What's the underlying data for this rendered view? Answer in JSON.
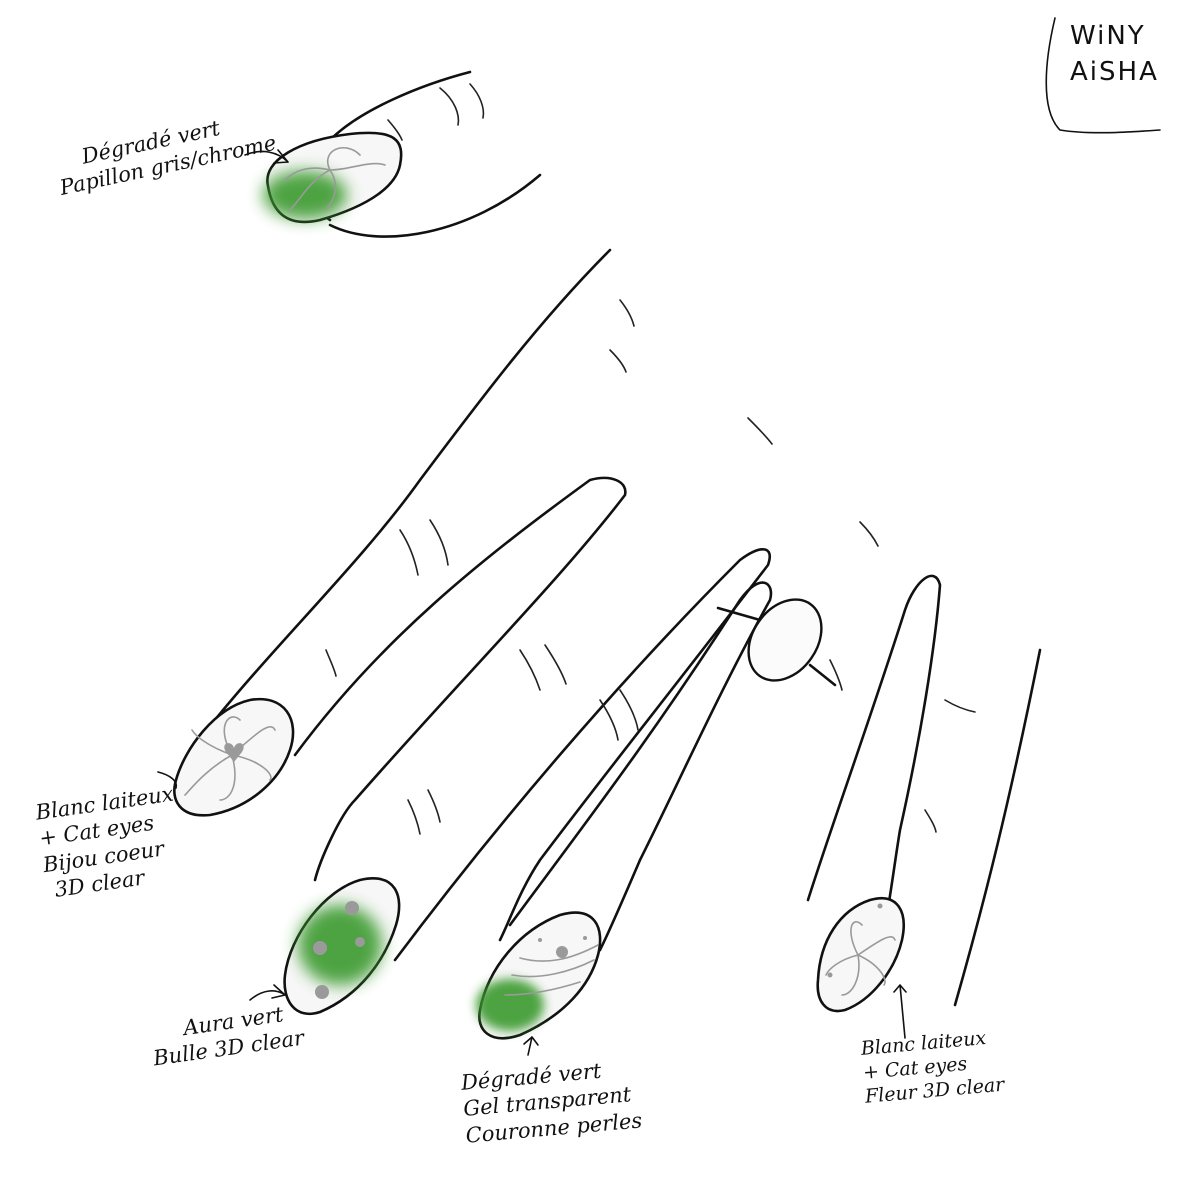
{
  "signature": {
    "line1": "WiNY",
    "line2": "AiSHA"
  },
  "colors": {
    "accent_green": "#3a9a2e",
    "line": "#111111",
    "decoration_grey": "#9a9a9a"
  },
  "annotations": {
    "thumb": {
      "line1": "Dégradé vert",
      "line2": "Papillon gris/chrome"
    },
    "index": {
      "line1": "Blanc laiteux",
      "line2": "+ Cat eyes",
      "line3": "Bijou coeur",
      "line4": "3D clear"
    },
    "middle": {
      "line1": "Aura vert",
      "line2": "Bulle 3D clear"
    },
    "ring": {
      "line1": "Dégradé vert",
      "line2": "Gel transparent",
      "line3": "Couronne perles"
    },
    "pinky": {
      "line1": "Blanc laiteux",
      "line2": "+ Cat eyes",
      "line3": "Fleur 3D clear"
    }
  }
}
